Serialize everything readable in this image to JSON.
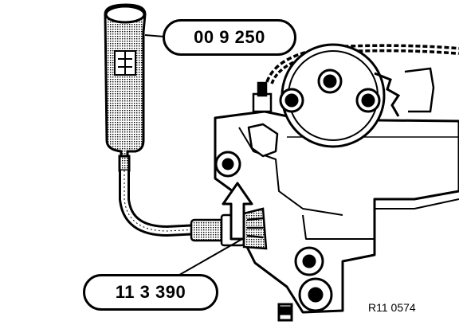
{
  "callouts": {
    "tool": "00 9 250",
    "sensor": "11 3 390"
  },
  "figure_code": "R11 0574",
  "icons": [
    "up-arrow-icon"
  ],
  "colors": {
    "ink": "#000000",
    "paper": "#ffffff",
    "shade": "#b8b8b8"
  }
}
